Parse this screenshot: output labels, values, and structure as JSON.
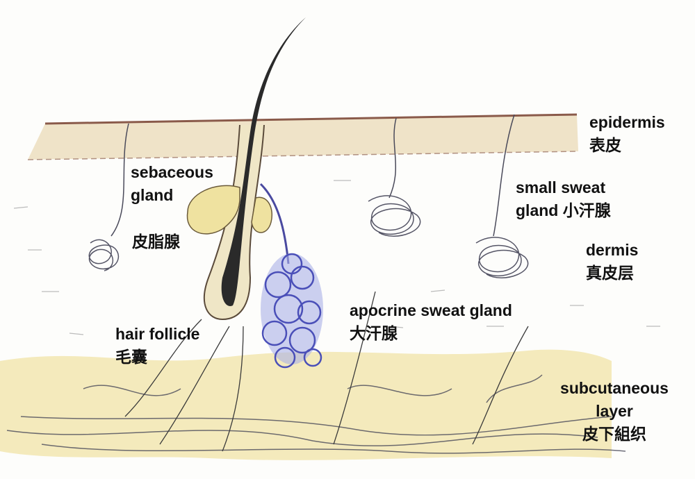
{
  "labels": {
    "epidermis": {
      "en": "epidermis",
      "zh": "表皮"
    },
    "sebaceous_gland": {
      "en_line1": "sebaceous",
      "en_line2": "gland",
      "zh": "皮脂腺"
    },
    "small_sweat_gland": {
      "en_line1": "small sweat",
      "en_line2": "gland 小汗腺"
    },
    "dermis": {
      "en": "dermis",
      "zh": "真皮层"
    },
    "apocrine_sweat_gland": {
      "en": "apocrine sweat gland",
      "zh": "大汗腺"
    },
    "hair_follicle": {
      "en": "hair follicle",
      "zh": "毛囊"
    },
    "subcutaneous_layer": {
      "en_line1": "subcutaneous",
      "en_line2": "layer",
      "zh": "皮下組织"
    }
  },
  "colors": {
    "epidermis": "#efe3c8",
    "subcutaneous": "#f2e6b0",
    "sebaceous": "#efe2a0",
    "apocrine": "#5a5fc8",
    "hair": "#2a2a2a",
    "coil": "#555566"
  }
}
